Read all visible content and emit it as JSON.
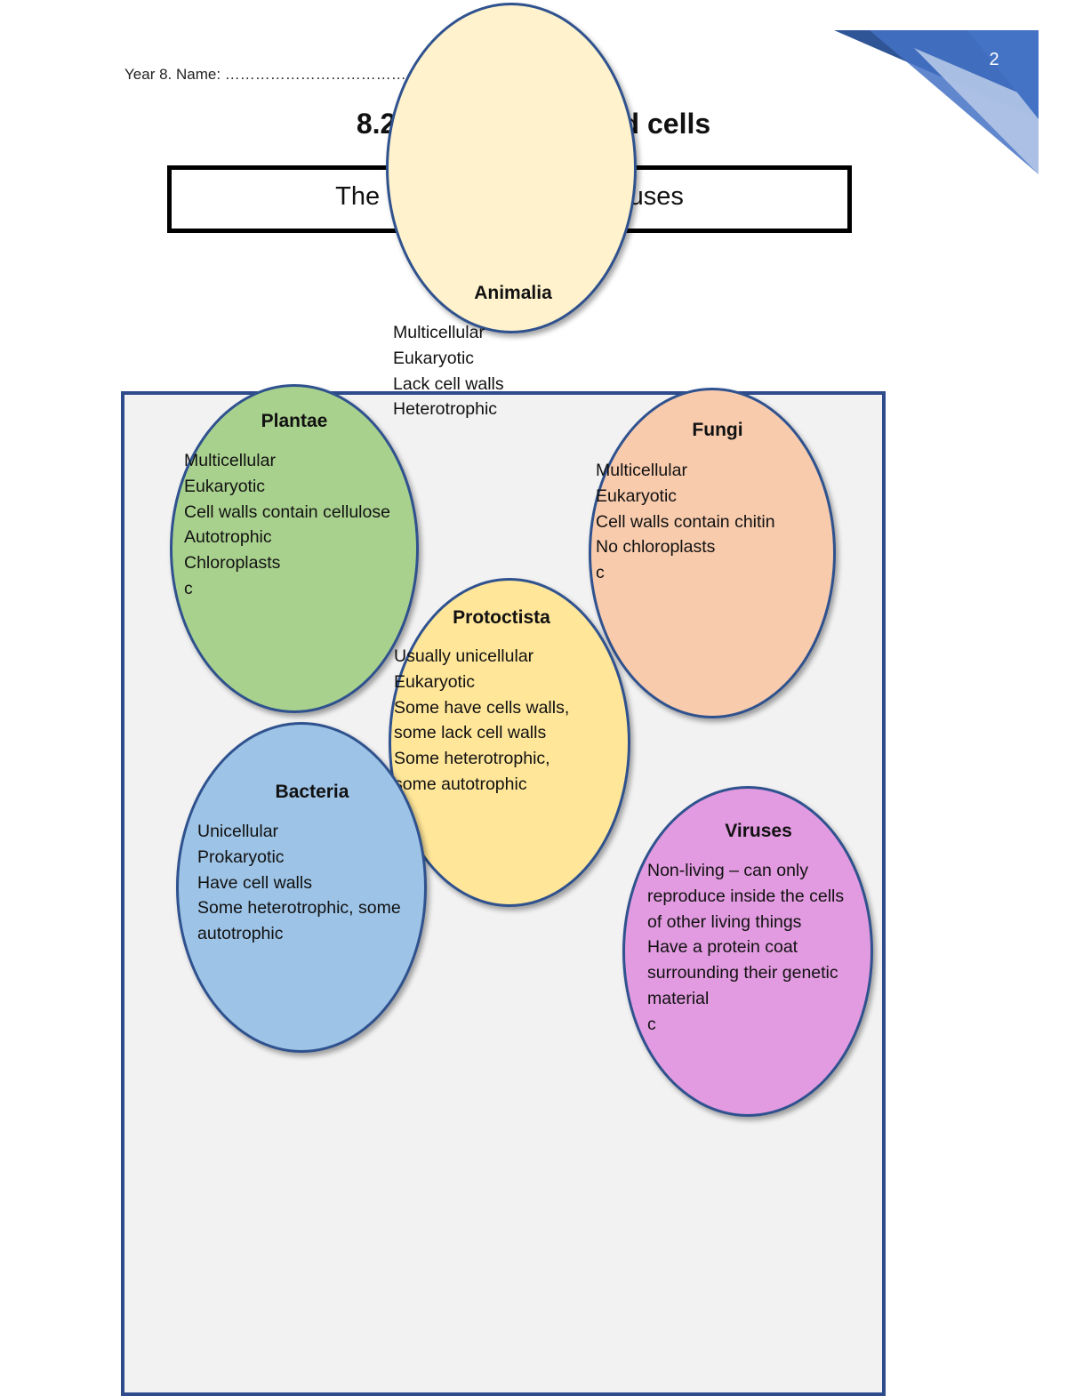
{
  "page": {
    "number": "2",
    "header": "Year 8. Name: ……………………………………………",
    "title": "8.2 Living things and cells",
    "subtitle": "The five kingdoms and viruses"
  },
  "colors": {
    "panel_border": "#2e4c8c",
    "panel_fill": "#f2f2f2",
    "oval_border": "#2f528f",
    "animalia": "#fff2cc",
    "plantae": "#a9d18e",
    "fungi": "#f8cbad",
    "protoctista": "#ffe699",
    "bacteria": "#9dc3e6",
    "viruses": "#e29be0",
    "corner_dark": "#4472c4",
    "corner_light": "#b4c7e7"
  },
  "kingdoms": {
    "animalia": {
      "name": "Animalia",
      "lines": [
        "Multicellular",
        "Eukaryotic",
        "Lack cell walls",
        "Heterotrophic"
      ]
    },
    "plantae": {
      "name": "Plantae",
      "lines": [
        "Multicellular",
        "Eukaryotic",
        "Cell walls contain cellulose",
        "Autotrophic",
        "Chloroplasts",
        "c"
      ]
    },
    "fungi": {
      "name": "Fungi",
      "lines": [
        "Multicellular",
        "Eukaryotic",
        "Cell walls contain chitin",
        "No chloroplasts",
        "c"
      ]
    },
    "protoctista": {
      "name": "Protoctista",
      "lines": [
        "Usually unicellular",
        "Eukaryotic",
        "Some have cells walls,",
        "some lack cell walls",
        "Some heterotrophic,",
        "some autotrophic"
      ]
    },
    "bacteria": {
      "name": "Bacteria",
      "lines": [
        "Unicellular",
        "Prokaryotic",
        "Have cell walls",
        "Some heterotrophic, some",
        "autotrophic"
      ]
    },
    "viruses": {
      "name": "Viruses",
      "lines": [
        "Non-living – can only",
        "reproduce inside the cells",
        "of other living things",
        "Have a protein coat",
        "surrounding their genetic",
        "material",
        "c"
      ]
    }
  }
}
